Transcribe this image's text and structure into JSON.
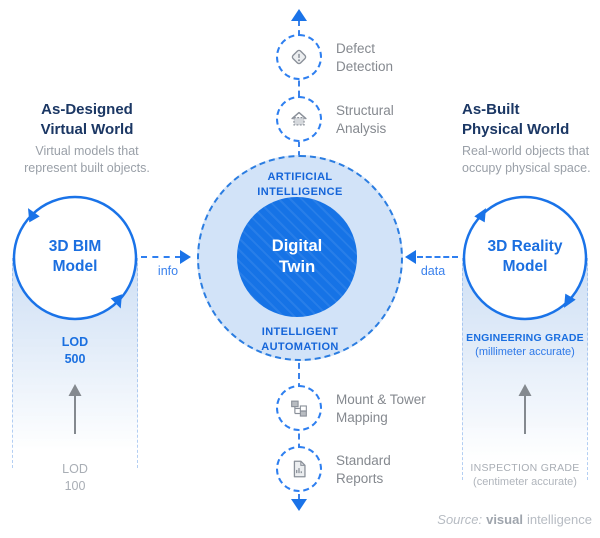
{
  "colors": {
    "accent_blue": "#1a73e8",
    "core_fill": "#1673e6",
    "halo_fill": "#d2e3f8",
    "navy_heading": "#1b3764",
    "gray_text": "#85898f",
    "icon_gray": "#8a9099",
    "source_gray": "#b7bcc3"
  },
  "center": {
    "top_label": "ARTIFICIAL\nINTELLIGENCE",
    "core_label": "Digital\nTwin",
    "bottom_label": "INTELLIGENT\nAUTOMATION"
  },
  "flow_top": {
    "items": [
      {
        "icon": "diamond-alert-icon",
        "label": "Defect\nDetection"
      },
      {
        "icon": "house-icon",
        "label": "Structural\nAnalysis"
      }
    ]
  },
  "flow_bottom": {
    "items": [
      {
        "icon": "hierarchy-icon",
        "label": "Mount & Tower\nMapping"
      },
      {
        "icon": "report-document-icon",
        "label": "Standard\nReports"
      }
    ]
  },
  "left_side": {
    "heading": "As-Designed\nVirtual World",
    "subtitle": "Virtual models that\nrepresent built objects.",
    "circle_label": "3D BIM\nModel",
    "flow_label": "info",
    "band_top_label": "LOD\n500",
    "band_bottom_label": "LOD\n100"
  },
  "right_side": {
    "heading": "As-Built\nPhysical World",
    "subtitle": "Real-world objects that\noccupy physical space.",
    "circle_label": "3D Reality\nModel",
    "flow_label": "data",
    "band_top_label": "ENGINEERING GRADE",
    "band_top_sub": "(millimeter accurate)",
    "band_bottom_label": "INSPECTION GRADE",
    "band_bottom_sub": "(centimeter accurate)"
  },
  "source": {
    "prefix": "Source:",
    "brand_bold": "visual",
    "brand_rest": "intelligence"
  }
}
